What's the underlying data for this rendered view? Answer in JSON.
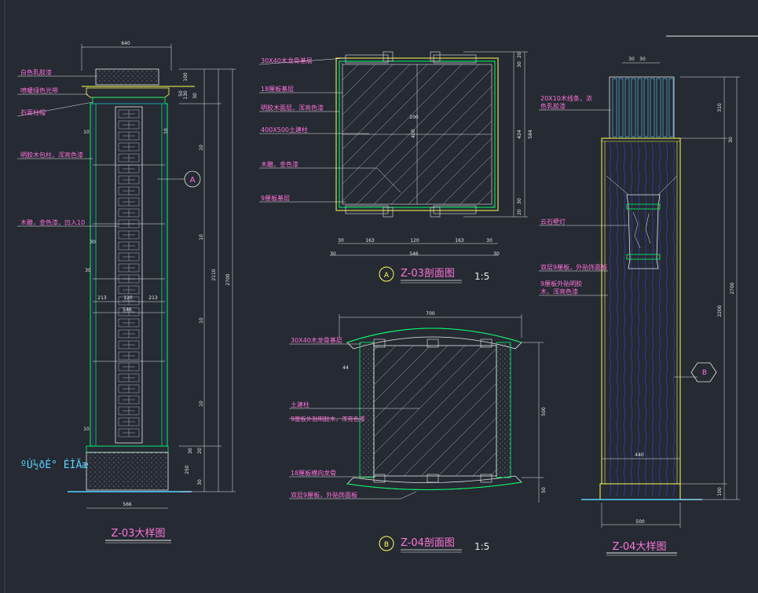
{
  "colors": {
    "background": "#252a33",
    "yellow": "#ffff55",
    "green": "#00ff66",
    "blue": "#3c46ff",
    "magenta": "#ff73d9",
    "white": "#e9e9e9",
    "cyan": "#5ad2ff"
  },
  "left_elevation": {
    "title": "Z-03大样图",
    "garbled_text": "ºÚ½ðÉ° ÉÌÃæ",
    "labels": [
      "白色乳胶漆",
      "喷暖绿色光带",
      "石膏柱帽",
      "明胶木包柱，浑亮色漆",
      "木雕，金色漆，凹入10"
    ],
    "top_dim": "640",
    "bottom_dim": "566",
    "inner_dims": [
      "213",
      "120",
      "213"
    ],
    "inner_total": "546",
    "side_small": [
      "10",
      "10",
      "30",
      "30"
    ],
    "right_dims": [
      "100",
      "130",
      "50",
      "30",
      "10",
      "10",
      "10",
      "10",
      "10",
      "2110",
      "2700",
      "30",
      "20",
      "250",
      "30"
    ]
  },
  "section_a": {
    "title": "Z-03剖面图",
    "scale": "1:5",
    "marker": "A",
    "labels": [
      "30X40木龙骨基层",
      "18厘板基层",
      "明胶木面层，浑亮色漆",
      "400X500土建柱",
      "木雕，金色漆",
      "9厘板基层"
    ],
    "inner_dims": [
      "200",
      "400"
    ],
    "right_dims": [
      "20",
      "30",
      "424",
      "584",
      "30",
      "20"
    ],
    "bottom_row": [
      "30",
      "163",
      "120",
      "163",
      "30"
    ],
    "bottom_total": "546",
    "bottom_sides": [
      "30",
      "30"
    ]
  },
  "section_b": {
    "title": "Z-04剖面图",
    "scale": "1:5",
    "marker": "B",
    "labels": [
      "30X40木龙骨基层",
      "土建柱",
      "9厘板外贴明胶木，浑亮色漆",
      "18厘板横向龙骨",
      "双层9厘板，外贴饰面板"
    ],
    "top_dim": "700",
    "left_dim": "44",
    "right_dims": [
      "500",
      "50"
    ]
  },
  "right_elevation": {
    "title": "Z-04大样图",
    "marker": "B",
    "labels": [
      "20X10木线条，浓色乳胶漆",
      "云石壁灯",
      "双层9厘板，外贴饰面板",
      "9厘板外贴明胶木，浑亮色漆"
    ],
    "top_dims": [
      "30",
      "30"
    ],
    "right_dims": [
      "310",
      "30",
      "2200",
      "2700",
      "100"
    ],
    "width_dim": "440",
    "bottom_dim": "500"
  },
  "marker_a_left": "A"
}
